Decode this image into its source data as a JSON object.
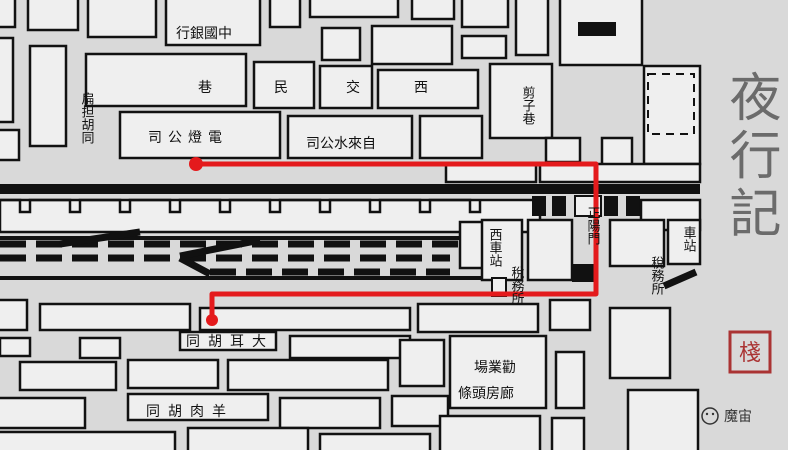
{
  "map": {
    "route_color": "#e41a1c",
    "labels": {
      "bank": "行銀國中",
      "west_legation_1": "巷",
      "west_legation_2": "民",
      "west_legation_3": "交",
      "west_legation_4": "西",
      "jianzi_lane": "剪子巷",
      "biandan_hutong": "扁担胡同",
      "electric_company": "司公燈電",
      "water_company": "司公水來自",
      "zhengyangmen": "正陽門",
      "west_station": "西車站",
      "east_station": "車站",
      "tax_office_west": "稅務所",
      "tax_office_east": "稅務所",
      "daer_hutong": "同胡耳大",
      "quanyechang": "場業勸",
      "langfang": "條頭房廊",
      "yangrou_hutong": "同胡肉羊"
    },
    "title": "夜行記",
    "seal": "棧",
    "brand_name": "魔宙"
  }
}
